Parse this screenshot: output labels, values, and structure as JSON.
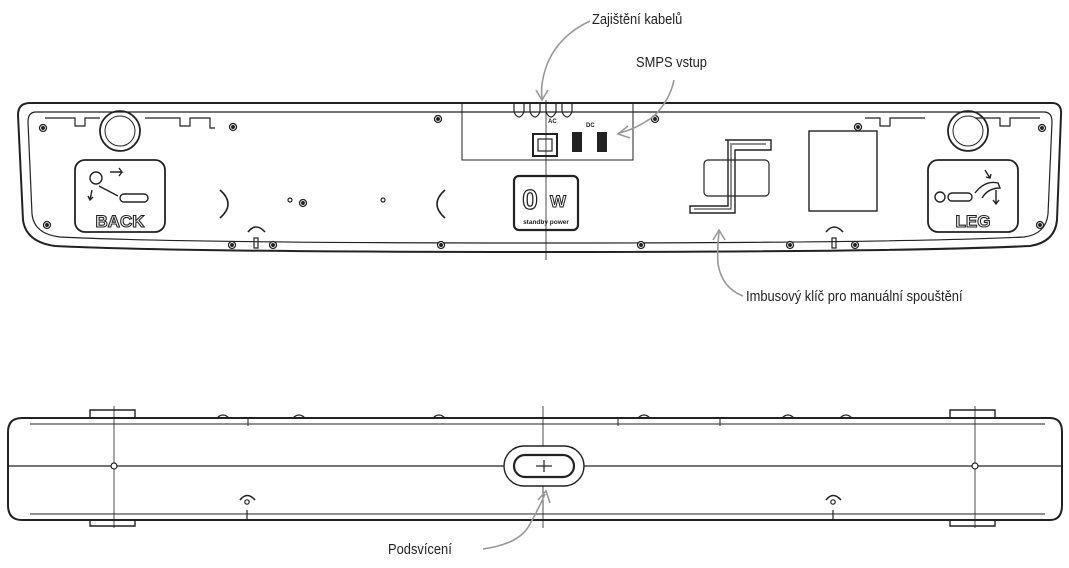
{
  "labels": {
    "cable_lock": "Zajištění kabelů",
    "smps_input": "SMPS vstup",
    "hex_key": "Imbusový klíč pro manuální spouštění",
    "backlight": "Podsvícení"
  },
  "device": {
    "back_button": "BACK",
    "leg_button": "LEG",
    "power_badge_big": "0",
    "power_badge_unit": "W",
    "power_badge_sub": "standby power",
    "port_ac": "AC",
    "port_dc": "DC"
  }
}
